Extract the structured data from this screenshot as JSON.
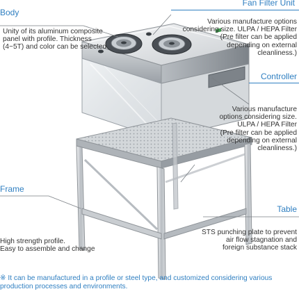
{
  "labels": {
    "fan_filter_unit": {
      "title": "Fan Filter Unit",
      "desc": [
        "Various manufacture options",
        "considering size. ULPA / HEPA Filter",
        "(Pre filter can be applied",
        "depending on external",
        "cleanliness.)"
      ]
    },
    "body": {
      "title": "Body",
      "desc": [
        "Unity of its aluminum composite",
        "panel with profile. Thickness",
        "(4~5T) and color can be selected"
      ]
    },
    "controller": {
      "title": "Controller",
      "desc": [
        "Various manufacture",
        "options considering size.",
        "ULPA / HEPA Filter",
        "(Pre filter can be applied",
        "depending on external",
        "cleanliness.)"
      ]
    },
    "table": {
      "title": "Table",
      "desc": [
        "STS punching plate to prevent",
        "air flow stagnation and",
        "foreign substance stack"
      ]
    },
    "frame": {
      "title": "Frame",
      "desc": [
        "High strength profile.",
        "Easy to assemble and change"
      ]
    }
  },
  "note": {
    "symbol": "※",
    "text": "It can be manufactured in a profile or steel type, and customized considering various production processes and environments."
  },
  "colors": {
    "accent": "#2f7fc1",
    "text": "#333333",
    "steel_light": "#e4e6e8",
    "steel_dark": "#8e9398"
  }
}
